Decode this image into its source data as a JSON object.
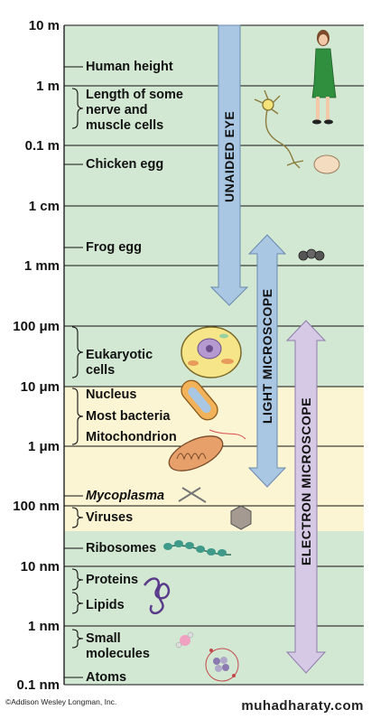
{
  "scale": [
    {
      "label": "10 m"
    },
    {
      "label": "1 m"
    },
    {
      "label": "0.1 m"
    },
    {
      "label": "1 cm"
    },
    {
      "label": "1 mm"
    },
    {
      "label": "100 μm"
    },
    {
      "label": "10 μm"
    },
    {
      "label": "1 μm"
    },
    {
      "label": "100 nm"
    },
    {
      "label": "10 nm"
    },
    {
      "label": "1 nm"
    },
    {
      "label": "0.1 nm"
    }
  ],
  "items": {
    "human_height": "Human height",
    "nerve_line1": "Length of some",
    "nerve_line2": "nerve and",
    "nerve_line3": "muscle cells",
    "chicken_egg": "Chicken egg",
    "frog_egg": "Frog egg",
    "eukaryotic_line1": "Eukaryotic",
    "eukaryotic_line2": "cells",
    "nucleus": "Nucleus",
    "most_bacteria": "Most bacteria",
    "mitochondrion": "Mitochondrion",
    "mycoplasma": "Mycoplasma",
    "viruses": "Viruses",
    "ribosomes": "Ribosomes",
    "proteins": "Proteins",
    "lipids": "Lipids",
    "small_line1": "Small",
    "small_line2": "molecules",
    "atoms": "Atoms"
  },
  "ranges": {
    "unaided_eye": "UNAIDED EYE",
    "light_microscope": "LIGHT MICROSCOPE",
    "electron_microscope": "ELECTRON MICROSCOPE"
  },
  "colors": {
    "green_band": "#d3e8d3",
    "yellow_band": "#fbf5d4",
    "blue_arrow": "#a9c6e3",
    "lavender_arrow": "#d6c9e6"
  },
  "footer": {
    "copyright": "©Addison Wesley Longman, Inc.",
    "site": "muhadharaty.com"
  }
}
